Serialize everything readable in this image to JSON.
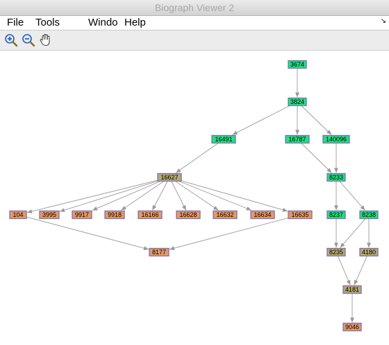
{
  "window": {
    "title": "Biograph Viewer 2"
  },
  "menu": [
    {
      "id": "file",
      "label": "File"
    },
    {
      "id": "tools",
      "label": "Tools"
    },
    {
      "id": "window",
      "label": "Windo"
    },
    {
      "id": "help",
      "label": "Help"
    }
  ],
  "toolbar": [
    {
      "id": "zoom-in",
      "icon": "zoom-in-icon"
    },
    {
      "id": "zoom-out",
      "icon": "zoom-out-icon"
    },
    {
      "id": "pan",
      "icon": "hand-icon"
    }
  ],
  "colors": {
    "green": "#22e07a",
    "olive": "#b4aa6a",
    "orange": "#e59a60",
    "border": "#7a6fc0",
    "edge": "#999999"
  },
  "graph": {
    "nodes": [
      {
        "id": "3674",
        "label": "3674",
        "color": "green"
      },
      {
        "id": "3824",
        "label": "3824",
        "color": "green"
      },
      {
        "id": "16491",
        "label": "16491",
        "color": "green"
      },
      {
        "id": "16787",
        "label": "16787",
        "color": "green"
      },
      {
        "id": "140096",
        "label": "140096",
        "color": "green"
      },
      {
        "id": "16627",
        "label": "16627",
        "color": "olive"
      },
      {
        "id": "8233",
        "label": "8233",
        "color": "green"
      },
      {
        "id": "104",
        "label": "104",
        "color": "orange"
      },
      {
        "id": "3995",
        "label": "3995",
        "color": "orange"
      },
      {
        "id": "9917",
        "label": "9917",
        "color": "orange"
      },
      {
        "id": "9918",
        "label": "9918",
        "color": "orange"
      },
      {
        "id": "16166",
        "label": "16166",
        "color": "orange"
      },
      {
        "id": "16628",
        "label": "16628",
        "color": "orange"
      },
      {
        "id": "16632",
        "label": "16632",
        "color": "orange"
      },
      {
        "id": "16634",
        "label": "16634",
        "color": "orange"
      },
      {
        "id": "16635",
        "label": "16635",
        "color": "orange"
      },
      {
        "id": "8237",
        "label": "8237",
        "color": "green"
      },
      {
        "id": "8238",
        "label": "8238",
        "color": "green"
      },
      {
        "id": "8177",
        "label": "8177",
        "color": "orange"
      },
      {
        "id": "8235",
        "label": "8235",
        "color": "olive"
      },
      {
        "id": "4180",
        "label": "4180",
        "color": "olive"
      },
      {
        "id": "4181",
        "label": "4181",
        "color": "olive"
      },
      {
        "id": "9046",
        "label": "9046",
        "color": "orange"
      }
    ],
    "edges": [
      [
        "3674",
        "3824"
      ],
      [
        "3824",
        "16491"
      ],
      [
        "3824",
        "16787"
      ],
      [
        "3824",
        "140096"
      ],
      [
        "16491",
        "16627"
      ],
      [
        "16787",
        "8233"
      ],
      [
        "140096",
        "8233"
      ],
      [
        "16627",
        "104"
      ],
      [
        "16627",
        "3995"
      ],
      [
        "16627",
        "9917"
      ],
      [
        "16627",
        "9918"
      ],
      [
        "16627",
        "16166"
      ],
      [
        "16627",
        "16628"
      ],
      [
        "16627",
        "16632"
      ],
      [
        "16627",
        "16634"
      ],
      [
        "16627",
        "16635"
      ],
      [
        "8233",
        "8237"
      ],
      [
        "8233",
        "8238"
      ],
      [
        "104",
        "8177"
      ],
      [
        "16635",
        "8177"
      ],
      [
        "8237",
        "8235"
      ],
      [
        "8238",
        "8235"
      ],
      [
        "8238",
        "4180"
      ],
      [
        "8235",
        "4181"
      ],
      [
        "4180",
        "4181"
      ],
      [
        "4181",
        "9046"
      ]
    ]
  }
}
